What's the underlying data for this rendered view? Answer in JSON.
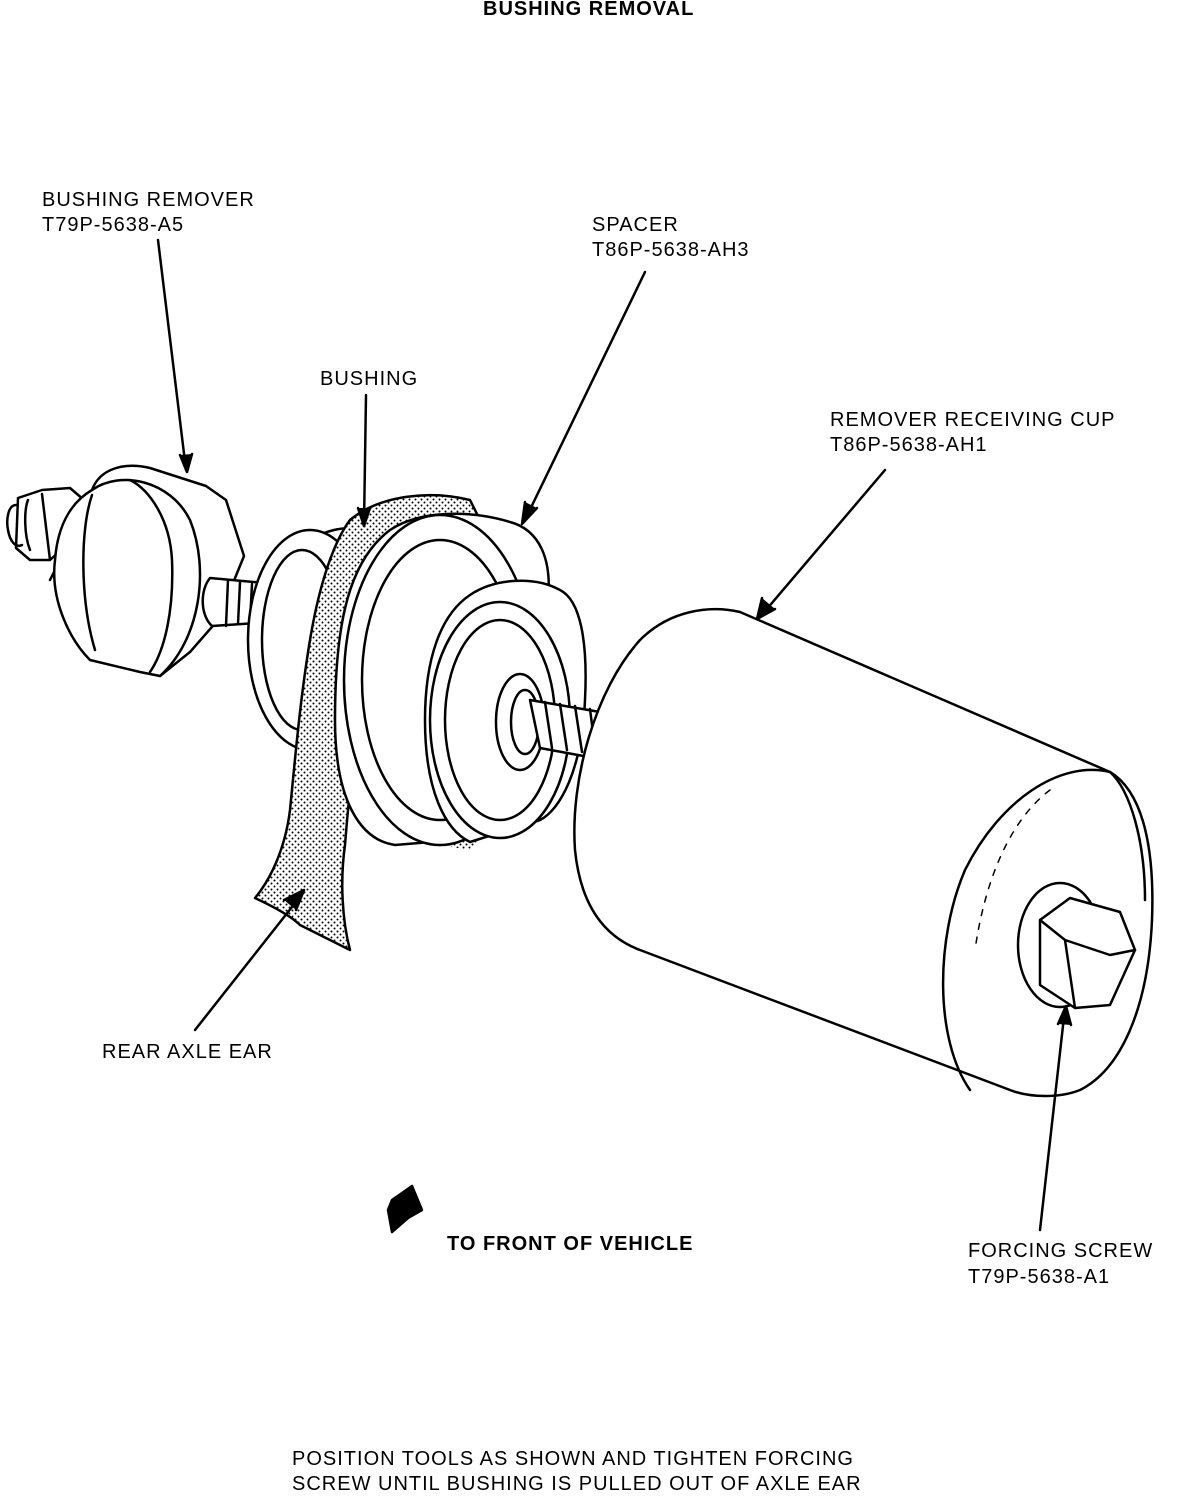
{
  "title": "BUSHING REMOVAL",
  "labels": {
    "bushing_remover": {
      "line1": "BUSHING REMOVER",
      "line2": "T79P-5638-A5"
    },
    "spacer": {
      "line1": "SPACER",
      "line2": "T86P-5638-AH3"
    },
    "bushing": {
      "line1": "BUSHING"
    },
    "receiving_cup": {
      "line1": "REMOVER RECEIVING CUP",
      "line2": "T86P-5638-AH1"
    },
    "rear_axle_ear": {
      "line1": "REAR AXLE EAR"
    },
    "front_of_vehicle": {
      "line1": "TO FRONT OF VEHICLE"
    },
    "forcing_screw": {
      "line1": "FORCING SCREW",
      "line2": "T79P-5638-A1"
    }
  },
  "caption": {
    "line1": "POSITION TOOLS AS SHOWN AND TIGHTEN FORCING",
    "line2": "SCREW UNTIL BUSHING IS PULLED OUT OF AXLE EAR"
  }
}
